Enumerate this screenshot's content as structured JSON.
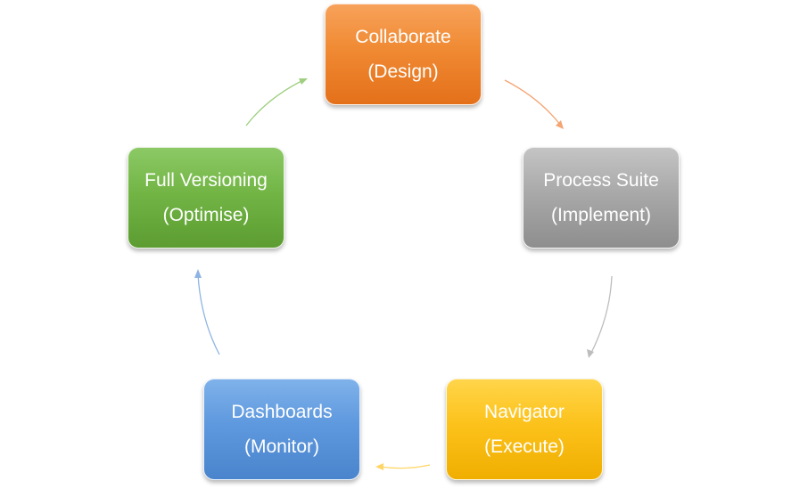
{
  "diagram": {
    "type": "cycle",
    "stages": [
      {
        "id": "collaborate",
        "name": "Collaborate",
        "phase": "(Design)",
        "color": "#ed7d31"
      },
      {
        "id": "process",
        "name": "Process Suite",
        "phase": "(Implement)",
        "color": "#a5a5a5"
      },
      {
        "id": "navigator",
        "name": "Navigator",
        "phase": "(Execute)",
        "color": "#ffc000"
      },
      {
        "id": "dashboards",
        "name": "Dashboards",
        "phase": "(Monitor)",
        "color": "#5b9bd5"
      },
      {
        "id": "versioning",
        "name": "Full Versioning",
        "phase": "(Optimise)",
        "color": "#70ad47"
      }
    ],
    "connectors": [
      {
        "from": "collaborate",
        "to": "process",
        "color": "#f4a574"
      },
      {
        "from": "process",
        "to": "navigator",
        "color": "#bdbdbd"
      },
      {
        "from": "navigator",
        "to": "dashboards",
        "color": "#ffd666"
      },
      {
        "from": "dashboards",
        "to": "versioning",
        "color": "#8fb4e3"
      },
      {
        "from": "versioning",
        "to": "collaborate",
        "color": "#9fcf7f"
      }
    ]
  }
}
